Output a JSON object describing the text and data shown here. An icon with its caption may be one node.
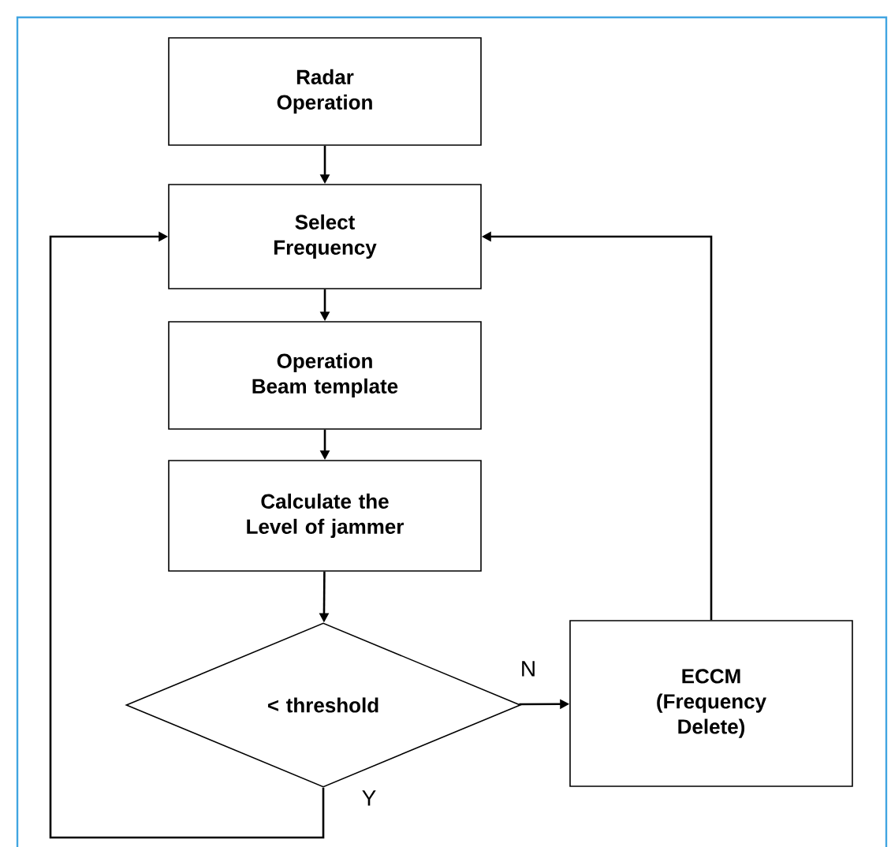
{
  "diagram": {
    "nodes": [
      {
        "text": [
          "Radar Operation"
        ]
      },
      {
        "text": [
          "Select Frequency"
        ]
      },
      {
        "text": [
          "Operation Beam template"
        ]
      },
      {
        "text": [
          "Calculate the Level of jammer"
        ]
      },
      {
        "text": [
          "< threshold"
        ]
      },
      {
        "text": [
          "ECCM (Frequency Delete)"
        ]
      }
    ],
    "edges": [
      {
        "from": 0,
        "to": 1,
        "arrow": "to"
      },
      {
        "from": 1,
        "to": 2,
        "arrow": "to"
      },
      {
        "from": 2,
        "to": 3,
        "arrow": "to"
      },
      {
        "from": 3,
        "to": 4,
        "arrow": "to"
      },
      {
        "from": 4,
        "to": 5,
        "arrow": "to",
        "label": "N"
      },
      {
        "from": 4,
        "to": 1,
        "arrow": "to",
        "label": "Y"
      },
      {
        "from": 5,
        "to": 1,
        "arrow": "to"
      }
    ]
  }
}
